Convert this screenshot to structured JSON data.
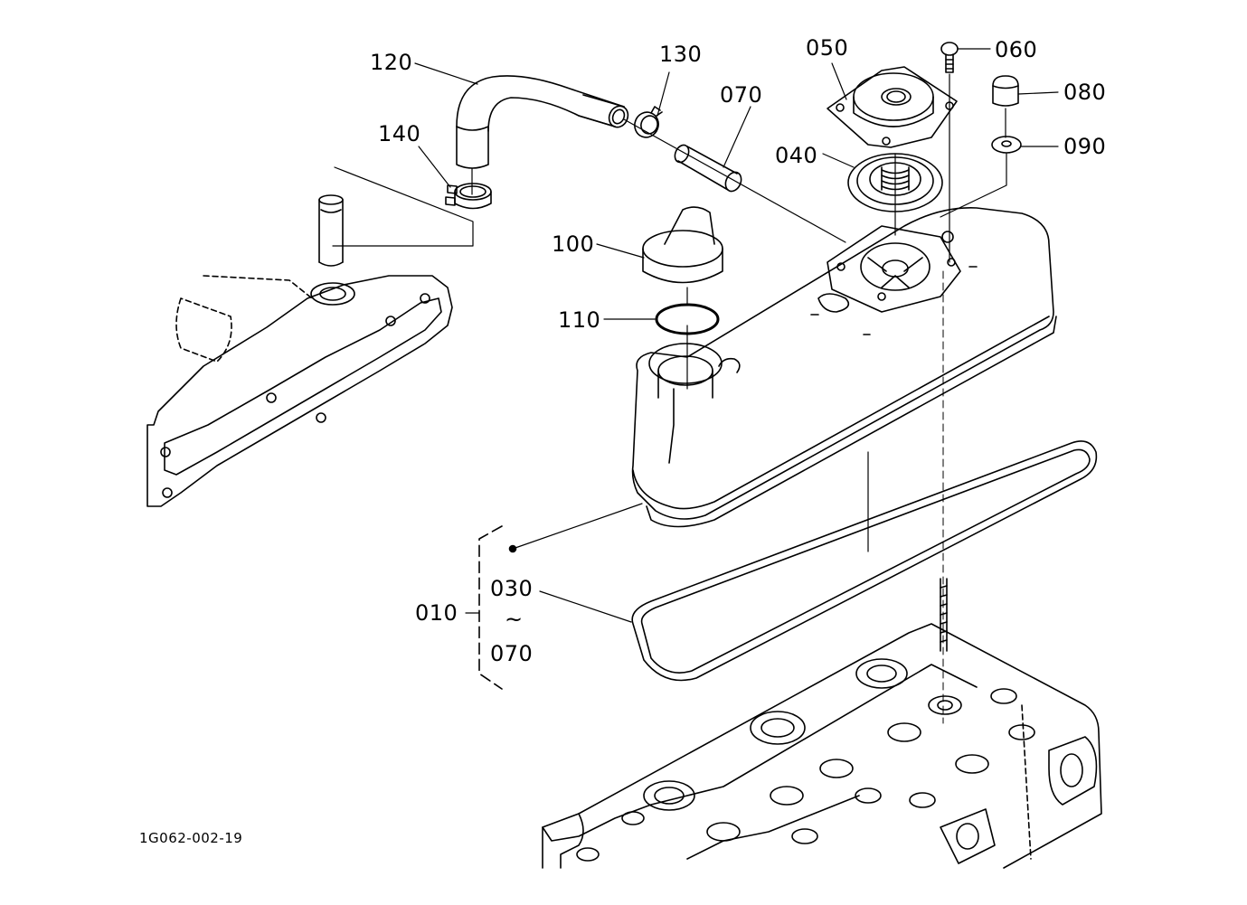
{
  "diagram": {
    "type": "exploded-parts-diagram",
    "drawing_code": "1G062-002-19",
    "assembly_group": {
      "label": "010",
      "range_from": "030",
      "range_symbol": "~",
      "range_to": "070"
    },
    "callouts": [
      {
        "id": "120",
        "part": "breather hose (bent)"
      },
      {
        "id": "130",
        "part": "hose clamp"
      },
      {
        "id": "070",
        "part": "pipe"
      },
      {
        "id": "140",
        "part": "hose clamp"
      },
      {
        "id": "050",
        "part": "cover plate"
      },
      {
        "id": "060",
        "part": "screw"
      },
      {
        "id": "080",
        "part": "cap nut"
      },
      {
        "id": "090",
        "part": "washer"
      },
      {
        "id": "040",
        "part": "diaphragm / breather valve"
      },
      {
        "id": "100",
        "part": "oil filler cap"
      },
      {
        "id": "110",
        "part": "o-ring"
      },
      {
        "id": "030",
        "part": "head cover gasket"
      }
    ],
    "colors": {
      "line": "#000000",
      "background": "#ffffff"
    }
  }
}
